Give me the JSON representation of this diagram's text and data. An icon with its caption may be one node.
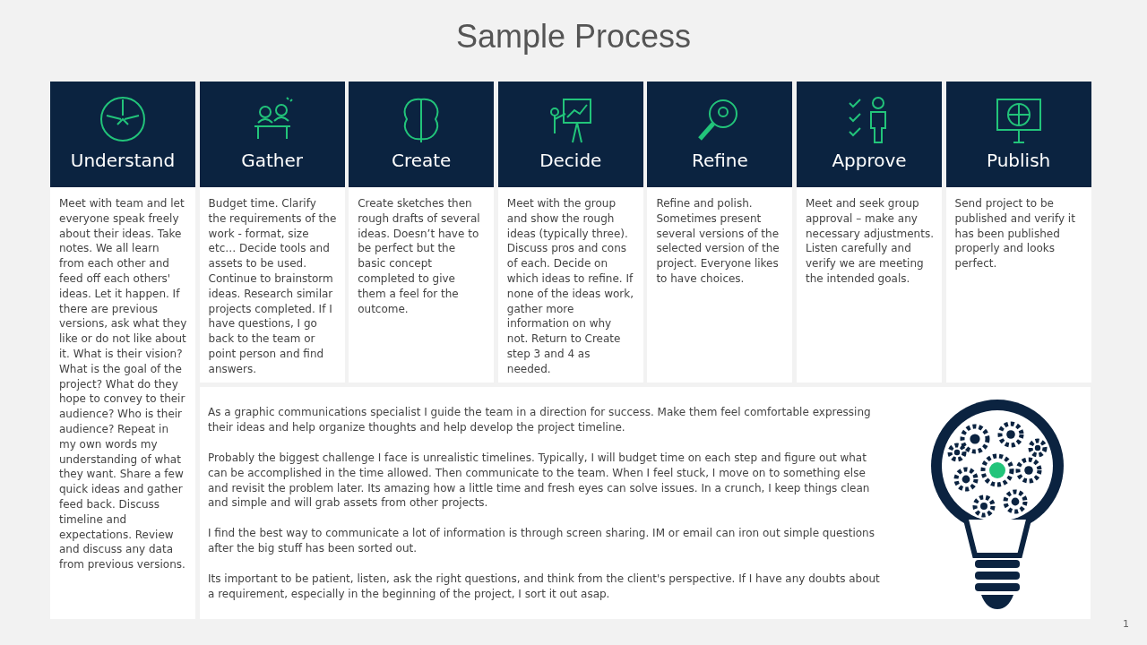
{
  "diagram": {
    "title": "Sample Process",
    "nodes": [
      {
        "text": [
          "Understand",
          "Meet with team and let everyone speak freely about their ideas. Take notes. We all learn from each other and feed off each others' ideas. Let it happen.  If there are previous versions,  ask what they like or do not like about it. What is their vision?  What is the goal of the project? What do they hope to convey to their audience? Who is their audience? Repeat in my own words my understanding of what they want. Share a few quick ideas and gather feed back. Discuss timeline and expectations. Review and discuss  any data from previous versions."
        ]
      },
      {
        "text": [
          "Gather",
          "Budget time. Clarify the requirements of the work -  format, size etc… Decide tools and assets to be used. Continue to brainstorm ideas. Research similar projects completed.  If I have questions,  I go back to the team or point person and find answers."
        ]
      },
      {
        "text": [
          "Create",
          "Create sketches then rough drafts of several ideas. Doesn’t have to be perfect but the basic concept completed to give them a feel for the outcome."
        ]
      },
      {
        "text": [
          "Decide",
          "Meet with the group and show the rough ideas (typically three). Discuss pros and cons of each. Decide on which ideas to refine. If none of the ideas work, gather more information on why not. Return to Create step 3 and 4 as needed."
        ]
      },
      {
        "text": [
          "Refine",
          "Refine and polish. Sometimes present several versions of the selected version of the project. Everyone likes to have choices."
        ]
      },
      {
        "text": [
          "Approve",
          "Meet and seek group approval – make any necessary adjustments. Listen carefully and verify we are meeting the intended goals."
        ]
      },
      {
        "text": [
          "Publish",
          "Send project to be published  and verify it has been published properly and looks perfect."
        ]
      },
      {
        "text": [
          "As a graphic communications specialist I guide the team in a direction for success. Make them feel comfortable expressing  their ideas and help organize thoughts and help develop  the project timeline.",
          "Probably the biggest challenge I face is unrealistic timelines.  Typically, I will budget time on each step and figure out what can be accomplished  in  the time allowed.  Then communicate to the team. When I feel stuck,  I move on to something else and revisit the problem later. Its amazing how a little time and  fresh eyes can solve issues.  In a crunch,  I keep things clean and simple and will grab assets from other projects.",
          "I find the best way to communicate a lot of information is through screen sharing. IM or email can iron out simple questions  after the big stuff has been sorted out.",
          "Its important to be patient, listen,  ask the right questions,  and think from the client's perspective.  If I have any doubts  about a requirement, especially  in the beginning of the project, I sort it out asap."
        ]
      }
    ],
    "edges": [],
    "labels": [
      "1"
    ]
  }
}
